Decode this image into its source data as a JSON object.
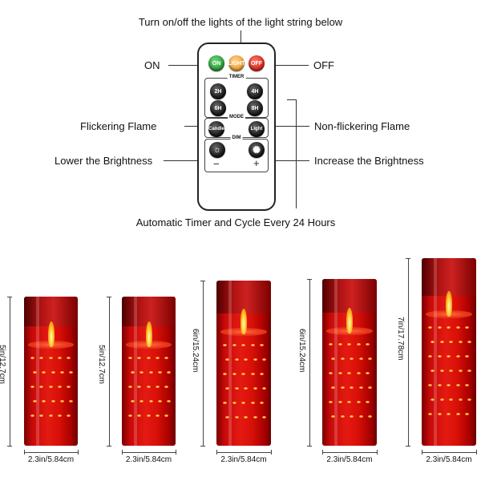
{
  "callouts": {
    "top": "Turn on/off the lights of the light string below",
    "on": "ON",
    "off": "OFF",
    "flicker": "Flickering Flame",
    "nonflicker": "Non-flickering Flame",
    "lower": "Lower the Brightness",
    "increase": "Increase the Brightness",
    "bottom": "Automatic Timer and Cycle Every 24 Hours"
  },
  "remote": {
    "on": "ON",
    "light": "LIGHT",
    "off": "OFF",
    "timer_label": "TIMER",
    "timer_2h": "2H",
    "timer_4h": "4H",
    "timer_6h": "6H",
    "timer_8h": "8H",
    "mode_label": "MODE",
    "mode_candle": "Candle",
    "mode_light": "Light",
    "dim_label": "DIM",
    "minus": "−",
    "plus": "+",
    "colors": {
      "on": "#2e9e3a",
      "light": "#f2a23a",
      "off": "#d8281e"
    }
  },
  "candles": [
    {
      "height_label": "5in/12.7cm",
      "width_label": "2.3in/5.84cm"
    },
    {
      "height_label": "5in/12.7cm",
      "width_label": "2.3in/5.84cm"
    },
    {
      "height_label": "6in/15.24cm",
      "width_label": "2.3in/5.84cm"
    },
    {
      "height_label": "6in/15.24cm",
      "width_label": "2.3in/5.84cm"
    },
    {
      "height_label": "7in/17.78cm",
      "width_label": "2.3in/5.84cm"
    }
  ]
}
